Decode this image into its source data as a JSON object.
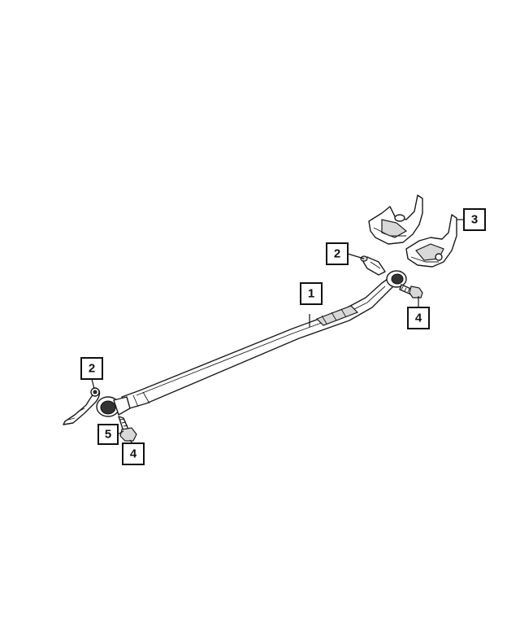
{
  "callouts": {
    "c1": "1",
    "c2a": "2",
    "c2b": "2",
    "c3": "3",
    "c4a": "4",
    "c4b": "4",
    "c5": "5"
  },
  "colors": {
    "line": "#1a1a1a",
    "shade": "#d8d8d8",
    "dark": "#333333",
    "background": "#ffffff"
  }
}
